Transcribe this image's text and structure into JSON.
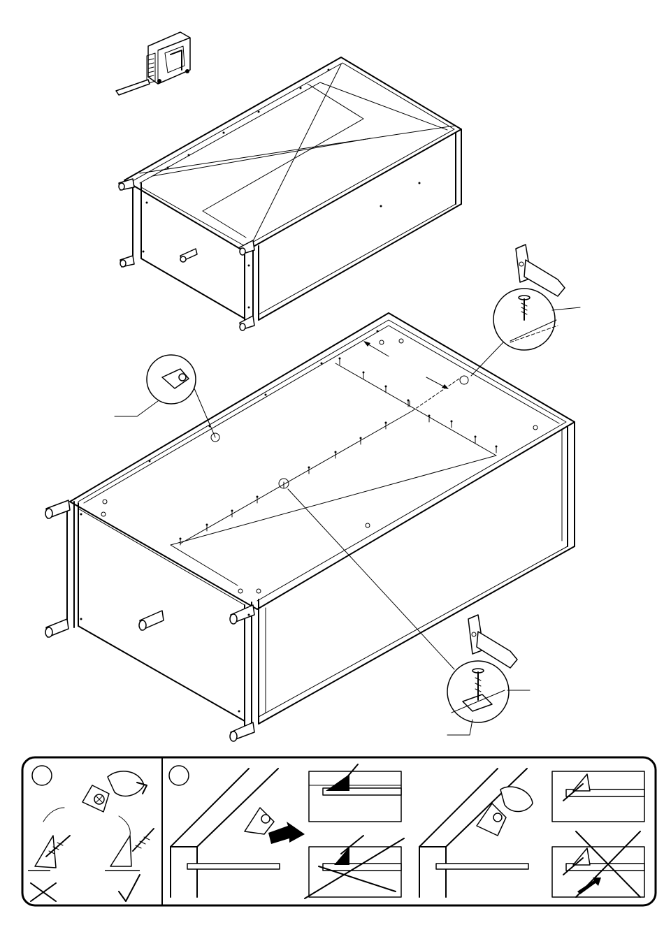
{
  "document": {
    "title": "",
    "type": "assembly-instruction-sheet",
    "text": []
  },
  "figures": {
    "top_assembly": {
      "icon": "cabinet-frame-frame-view"
    },
    "main_assembly": {
      "icon": "cabinet-base-with-screws"
    },
    "tape_measure": {
      "icon": "tape-measure-icon"
    },
    "hammer_top": {
      "icon": "hammer-icon"
    },
    "hammer_bottom": {
      "icon": "hammer-icon"
    },
    "detail_cam_lock": {
      "icon": "cam-lock-detail-icon"
    },
    "detail_nail_top": {
      "icon": "nail-detail-icon"
    },
    "detail_nail_bottom": {
      "icon": "nail-detail-icon"
    }
  },
  "bottom_panel": {
    "step_a": {
      "label": "",
      "icon": "step-circle-icon"
    },
    "step_b": {
      "label": "",
      "icon": "step-circle-icon"
    },
    "wrong_mark": {
      "icon": "cross-mark-icon",
      "meaning": "wrong"
    },
    "right_mark": {
      "icon": "check-mark-icon",
      "meaning": "correct"
    },
    "insert_arrow": {
      "icon": "arrow-right-icon"
    }
  },
  "colors": {
    "ink": "#000000",
    "paper": "#ffffff"
  }
}
